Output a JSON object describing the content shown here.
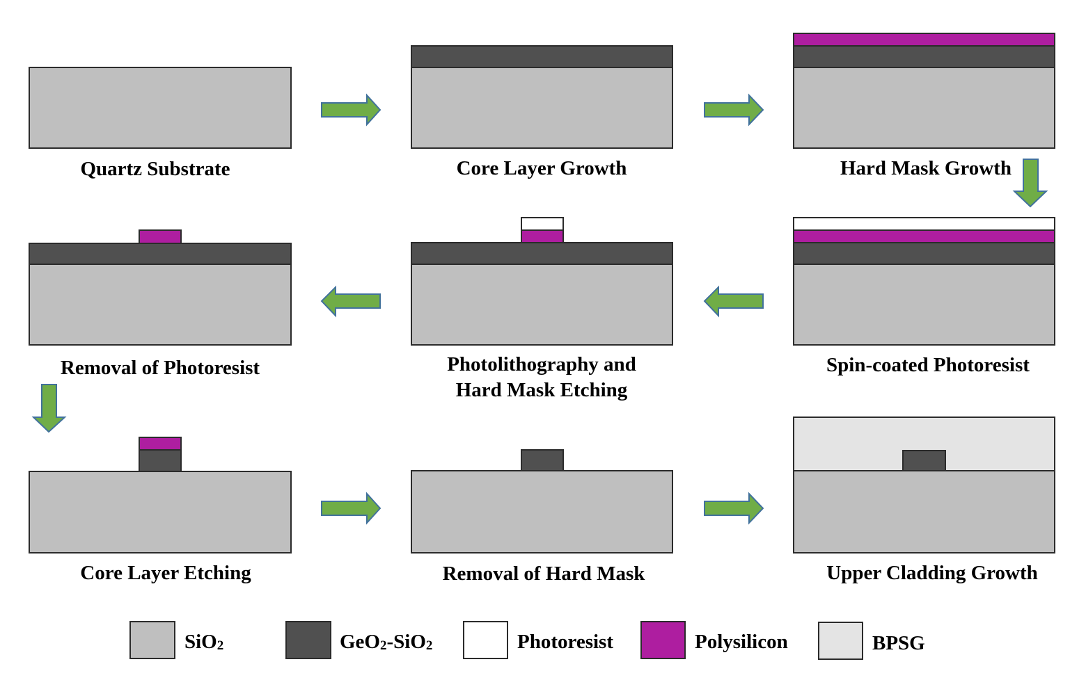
{
  "materials": {
    "sio2": {
      "color": "#bfbfbf"
    },
    "geo2_sio2": {
      "color": "#505050"
    },
    "photoresist": {
      "color": "#ffffff"
    },
    "polysilicon": {
      "color": "#ae1ea0"
    },
    "bpsg": {
      "color": "#e4e4e4"
    }
  },
  "stages": [
    {
      "label": "Quartz Substrate"
    },
    {
      "label": "Core Layer Growth"
    },
    {
      "label": "Hard Mask Growth"
    },
    {
      "label": "Spin-coated Photoresist"
    },
    {
      "label_line1": "Photolithography and",
      "label_line2": "Hard Mask Etching"
    },
    {
      "label": "Removal of Photoresist"
    },
    {
      "label": "Core Layer Etching"
    },
    {
      "label": "Removal of Hard Mask"
    },
    {
      "label": "Upper Cladding Growth"
    }
  ],
  "arrow_color": "#70ad47",
  "legend": [
    {
      "material": "sio2",
      "label_main": "SiO",
      "label_sub": "2",
      "label_tail": ""
    },
    {
      "material": "geo2_sio2",
      "label_main": "GeO",
      "label_sub": "2",
      "label_tail": "-SiO",
      "label_sub2": "2"
    },
    {
      "material": "photoresist",
      "label": "Photoresist"
    },
    {
      "material": "polysilicon",
      "label": "Polysilicon"
    },
    {
      "material": "bpsg",
      "label": "BPSG"
    }
  ]
}
